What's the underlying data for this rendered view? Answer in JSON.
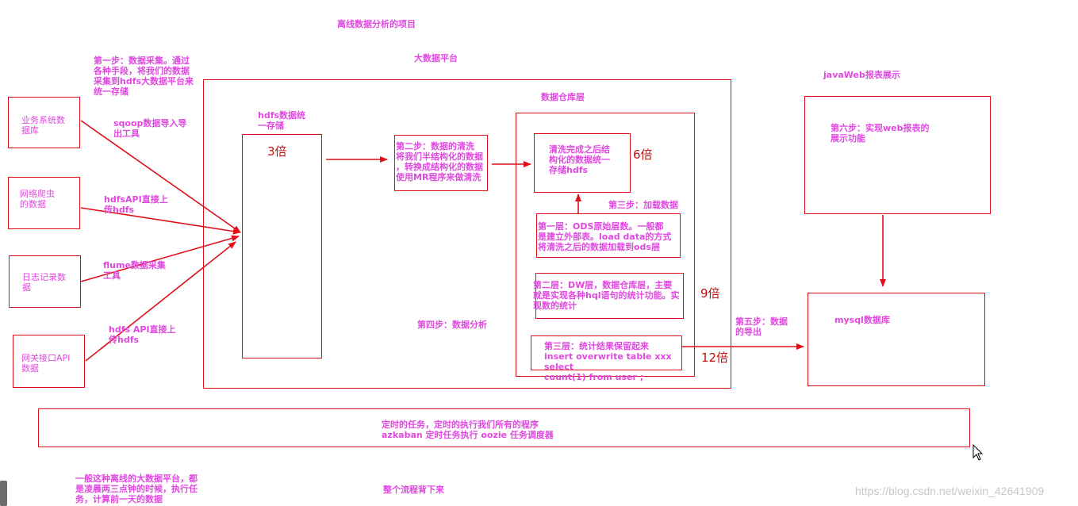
{
  "title": "离线数据分析的项目",
  "platform_label": "大数据平台",
  "step1": "第一步：数据采集。通过\n各种手段，将我们的数据\n采集到hdfs大数据平台来\n统一存储",
  "sources": [
    {
      "label": "业务系统数\n据库",
      "tool": "sqoop数据导入导\n出工具"
    },
    {
      "label": "网络爬虫\n的数据",
      "tool": "hdfsAPI直接上\n传hdfs"
    },
    {
      "label": "日志记录数\n据",
      "tool": "flume数据采集\n工具"
    },
    {
      "label": "网关接口API\n数据",
      "tool": "hdfs  API直接上\n传hdfs"
    }
  ],
  "hdfs": {
    "label": "hdfs数据统\n一存储",
    "factor": "3倍"
  },
  "step2": "第二步：数据的清洗\n将我们半结构化的数据\n，转换成结构化的数据\n使用MR程序来做清洗",
  "warehouse": {
    "title": "数据仓库层",
    "cleaned": "清洗完成之后结\n构化的数据统一\n存储hdfs",
    "cleaned_factor": "6倍",
    "step3": "第三步：加载数据",
    "ods": "第一层：ODS原始层数。一般都\n是建立外部表。load data的方式\n将清洗之后的数据加载到ods层",
    "dw": "第二层：DW层，数据仓库层，主要\n就是实现各种hql语句的统计功能。实\n现数的统计",
    "dw_factor": "9倍",
    "result": "第三层：统计结果保留起来\ninsert overwrite table  xxx  select\n count(1)  from user ;",
    "result_factor": "12倍"
  },
  "step4": "第四步：数据分析",
  "step5": "第五步：数据\n的导出",
  "javaweb": {
    "title": "javaWeb报表展示",
    "step6": "第六步：实现web报表的\n展示功能"
  },
  "mysql": "mysql数据库",
  "scheduler": "定时的任务，定时的执行我们所有的程序\nazkaban 定时任务执行  oozie  任务调度器",
  "note": "一般这种离线的大数据平台，都\n是凌晨两三点钟的时候，执行任\n务，计算前一天的数据",
  "memorize": "整个流程背下来",
  "watermark": "https://blog.csdn.net/weixin_42641909",
  "colors": {
    "line": "#e0101a",
    "text": "#e048e0",
    "factor": "#c01010"
  }
}
